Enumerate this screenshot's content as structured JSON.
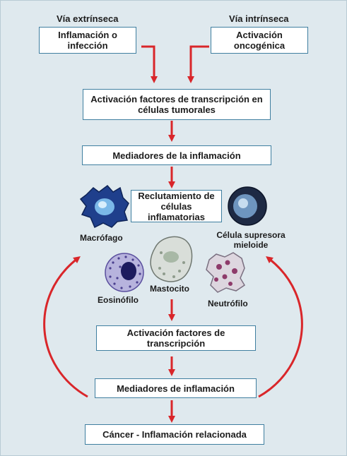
{
  "headers": {
    "extrinsic": "Vía extrínseca",
    "intrinsic": "Vía intrínseca"
  },
  "boxes": {
    "inflammation_infection": "Inflamación o infección",
    "oncogenic_activation": "Activación oncogénica",
    "tumor_transcription": "Activación factores de transcripción en células tumorales",
    "inflammation_mediators_top": "Mediadores de la inflamación",
    "recruitment": "Reclutamiento de células inflamatorias",
    "transcription_activation": "Activación factores de transcripción",
    "inflammation_mediators_bottom": "Mediadores de inflamación",
    "cancer_inflammation": "Cáncer - Inflamación relacionada"
  },
  "cells": {
    "macrophage": "Macrófago",
    "suppressor": "Célula supresora mieloide",
    "eosinophil": "Eosinófilo",
    "mast": "Mastocito",
    "neutrophil": "Neutrófilo"
  },
  "colors": {
    "arrow": "#d9262a",
    "box_border": "#3f7fa0",
    "background": "#dfe9ee"
  }
}
